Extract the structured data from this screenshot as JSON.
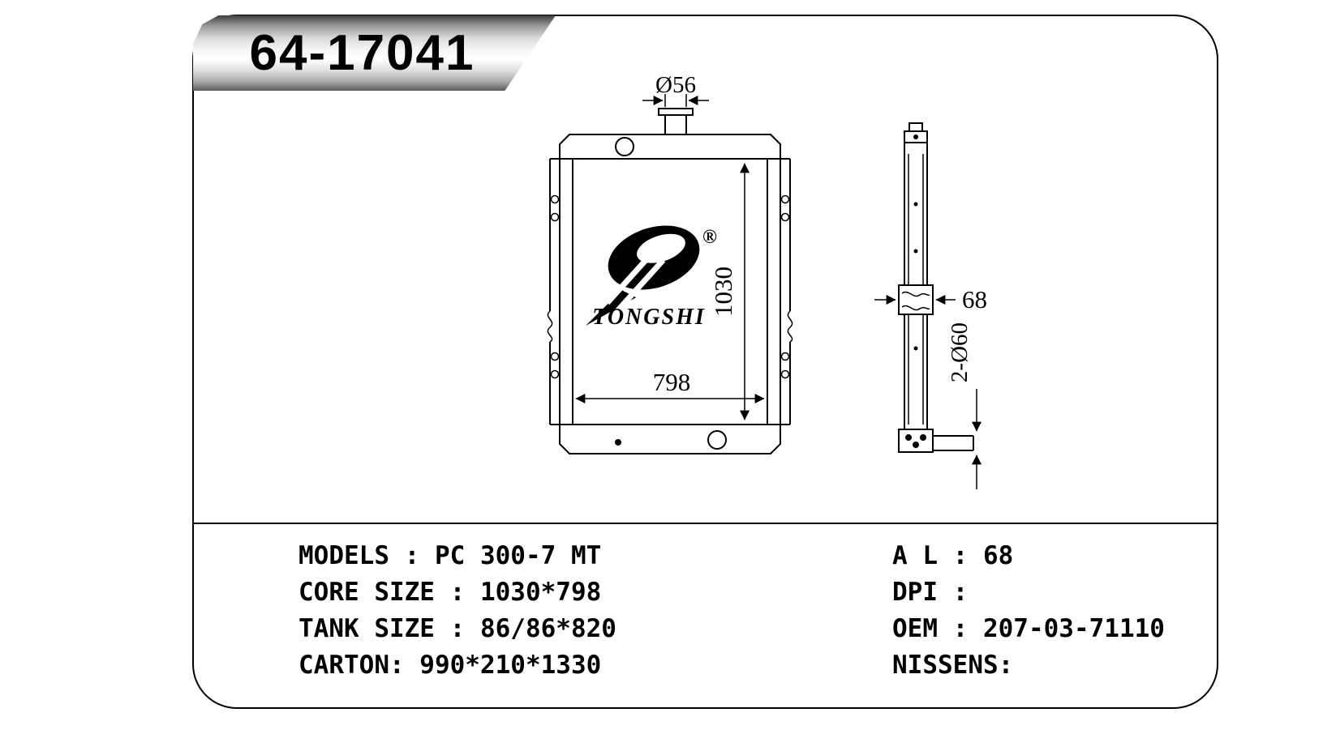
{
  "badge": {
    "part_number": "64-17041"
  },
  "logo": {
    "brand": "TONGSHI",
    "registered_mark": "®"
  },
  "drawing": {
    "front_view": {
      "inlet_pipe_diameter": "Ø56",
      "core_height": "1030",
      "core_width": "798"
    },
    "side_view": {
      "core_thickness": "68",
      "outlet_pipes": "2-Ø60"
    }
  },
  "specs": {
    "left": [
      "MODELS : PC 300-7 MT",
      "CORE SIZE : 1030*798",
      "TANK SIZE : 86/86*820",
      "CARTON: 990*210*1330"
    ],
    "right": [
      "A L : 68",
      "DPI :",
      "OEM : 207-03-71110",
      "NISSENS:"
    ]
  }
}
